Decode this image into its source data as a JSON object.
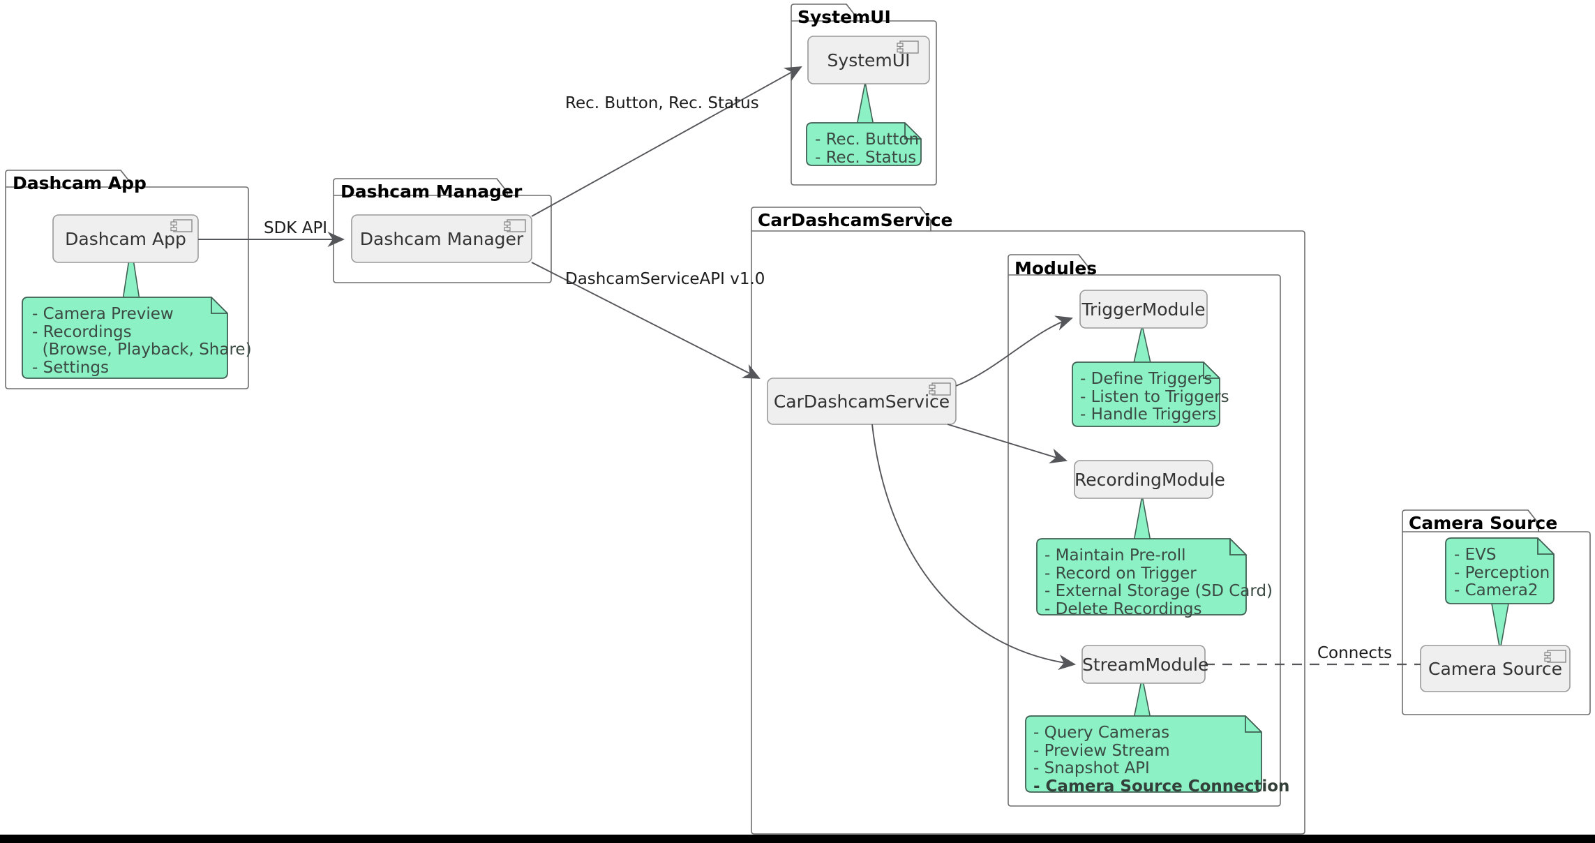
{
  "diagram": {
    "type": "uml-component-diagram",
    "title_visible": false,
    "colors": {
      "note_fill": "#8CF2C6",
      "note_stroke": "#3F5F52",
      "component_fill": "#EFEFEF",
      "component_stroke": "#999999",
      "package_stroke": "#6E6E6E",
      "edge_stroke": "#55565A",
      "text_dark": "#333333",
      "note_text": "#3B4A43",
      "bottom_bar": "#000000"
    }
  },
  "packages": [
    {
      "id": "dashcam-app",
      "label": "Dashcam App"
    },
    {
      "id": "dashcam-manager",
      "label": "Dashcam Manager"
    },
    {
      "id": "systemui",
      "label": "SystemUI"
    },
    {
      "id": "cardashcamservice",
      "label": "CarDashcamService"
    },
    {
      "id": "modules",
      "label": "Modules"
    },
    {
      "id": "camera-source",
      "label": "Camera Source"
    }
  ],
  "components": [
    {
      "id": "comp-dashcam-app",
      "label": "Dashcam App",
      "has_component_icon": true
    },
    {
      "id": "comp-dashcam-manager",
      "label": "Dashcam Manager",
      "has_component_icon": true
    },
    {
      "id": "comp-systemui",
      "label": "SystemUI",
      "has_component_icon": true
    },
    {
      "id": "comp-cardashcamservice",
      "label": "CarDashcamService",
      "has_component_icon": true
    },
    {
      "id": "comp-trigger-module",
      "label": "TriggerModule",
      "has_component_icon": false
    },
    {
      "id": "comp-recording-module",
      "label": "RecordingModule",
      "has_component_icon": false
    },
    {
      "id": "comp-stream-module",
      "label": "StreamModule",
      "has_component_icon": false
    },
    {
      "id": "comp-camera-source",
      "label": "Camera Source",
      "has_component_icon": true
    }
  ],
  "notes": [
    {
      "id": "note-dashcam-app",
      "attached_to": "comp-dashcam-app",
      "lines": [
        {
          "text": "- Camera Preview",
          "bold": false
        },
        {
          "text": "- Recordings",
          "bold": false
        },
        {
          "text": "  (Browse, Playback, Share)",
          "bold": false
        },
        {
          "text": "- Settings",
          "bold": false
        }
      ]
    },
    {
      "id": "note-systemui",
      "attached_to": "comp-systemui",
      "lines": [
        {
          "text": "- Rec. Button",
          "bold": false
        },
        {
          "text": "- Rec. Status",
          "bold": false
        }
      ]
    },
    {
      "id": "note-trigger-module",
      "attached_to": "comp-trigger-module",
      "lines": [
        {
          "text": "- Define Triggers",
          "bold": false
        },
        {
          "text": "- Listen to Triggers",
          "bold": false
        },
        {
          "text": "- Handle Triggers",
          "bold": false
        }
      ]
    },
    {
      "id": "note-recording-module",
      "attached_to": "comp-recording-module",
      "lines": [
        {
          "text": "- Maintain Pre-roll",
          "bold": false
        },
        {
          "text": "- Record on Trigger",
          "bold": false
        },
        {
          "text": "- External Storage (SD Card)",
          "bold": false
        },
        {
          "text": "- Delete Recordings",
          "bold": false
        }
      ]
    },
    {
      "id": "note-stream-module",
      "attached_to": "comp-stream-module",
      "lines": [
        {
          "text": "- Query Cameras",
          "bold": false
        },
        {
          "text": "- Preview Stream",
          "bold": false
        },
        {
          "text": "- Snapshot API",
          "bold": false
        },
        {
          "text": "- Camera Source Connection",
          "bold": true
        }
      ]
    },
    {
      "id": "note-camera-source",
      "attached_to": "comp-camera-source",
      "lines": [
        {
          "text": "- EVS",
          "bold": false
        },
        {
          "text": "- Perception",
          "bold": false
        },
        {
          "text": "- Camera2",
          "bold": false
        }
      ]
    }
  ],
  "edges": [
    {
      "id": "edge-sdk-api",
      "from": "comp-dashcam-app",
      "to": "comp-dashcam-manager",
      "label": "SDK API",
      "style": "solid",
      "arrow": true
    },
    {
      "id": "edge-rec-button-status",
      "from": "comp-dashcam-manager",
      "to": "comp-systemui",
      "label": "Rec. Button, Rec. Status",
      "style": "solid",
      "arrow": true
    },
    {
      "id": "edge-dashcam-service-api",
      "from": "comp-dashcam-manager",
      "to": "comp-cardashcamservice",
      "label": "DashcamServiceAPI v1.0",
      "style": "solid",
      "arrow": true
    },
    {
      "id": "edge-service-trigger",
      "from": "comp-cardashcamservice",
      "to": "comp-trigger-module",
      "label": "",
      "style": "solid",
      "arrow": true
    },
    {
      "id": "edge-service-recording",
      "from": "comp-cardashcamservice",
      "to": "comp-recording-module",
      "label": "",
      "style": "solid",
      "arrow": true
    },
    {
      "id": "edge-service-stream",
      "from": "comp-cardashcamservice",
      "to": "comp-stream-module",
      "label": "",
      "style": "solid",
      "arrow": true
    },
    {
      "id": "edge-connects",
      "from": "comp-stream-module",
      "to": "comp-camera-source",
      "label": "Connects",
      "style": "dashed",
      "arrow": false
    }
  ]
}
